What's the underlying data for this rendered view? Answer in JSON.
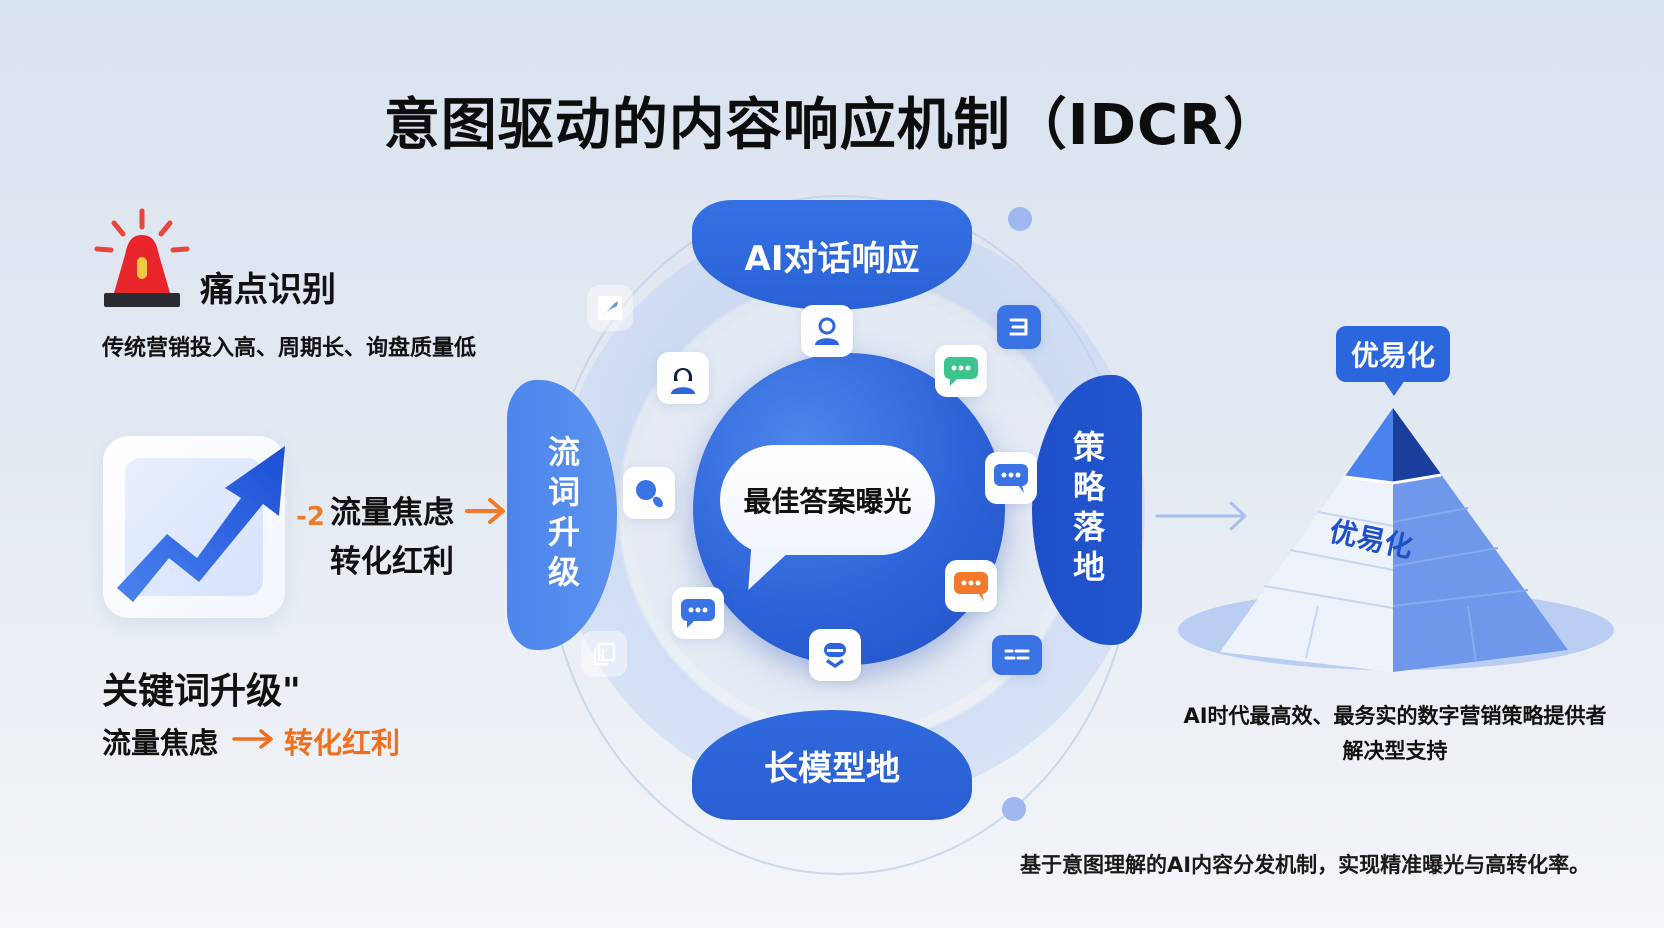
{
  "title": "意图驱动的内容响应机制（IDCR）",
  "pain_point": {
    "icon": "alarm-siren-icon",
    "title": "痛点识别",
    "description": "传统营销投入高、周期长、询盘质量低"
  },
  "traffic": {
    "icon": "trend-up-arrow-icon",
    "badge": "-2",
    "line1": "流量焦虑",
    "line2": "转化红利",
    "arrow": "→"
  },
  "keyword_upgrade": {
    "title": "关键词升级\"",
    "from": "流量焦虑",
    "arrow": "→",
    "to": "转化红利",
    "accent_color": "#ef6f1f"
  },
  "cycle": {
    "center": "最佳答案曝光",
    "segments": {
      "top": "AI对话响应",
      "right": "策略落地",
      "bottom": "长模型地",
      "left": "流词升级"
    },
    "icons": [
      "user-avatar-icon",
      "chat-bubble-green-icon",
      "chat-bubble-blue-icon",
      "chat-bubble-orange-icon",
      "robot-assistant-icon",
      "chat-bubble-blue-icon",
      "search-query-icon",
      "female-avatar-icon",
      "document-list-icon",
      "message-lines-icon",
      "edit-pen-icon",
      "copy-frame-icon"
    ],
    "primary_color": "#2d66dc"
  },
  "result": {
    "badge": "优易化",
    "pyramid_label": "优易化",
    "description_line1": "AI时代最高效、最务实的数字营销策略提供者",
    "description_line2": "解决型支持"
  },
  "footer_note": "基于意图理解的AI内容分发机制，实现精准曝光与高转化率。"
}
